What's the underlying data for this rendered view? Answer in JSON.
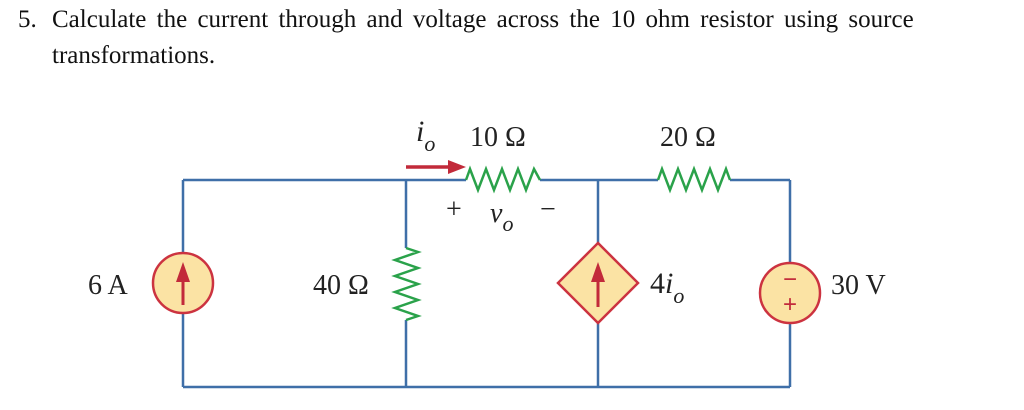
{
  "question": {
    "number": "5.",
    "line1": "Calculate the current through and voltage across the 10 ohm resistor using source",
    "line2": "transformations."
  },
  "circuit": {
    "current_source": {
      "label": "6 A"
    },
    "resistor_40": {
      "label": "40 Ω"
    },
    "resistor_10": {
      "label": "10 Ω"
    },
    "resistor_20": {
      "label": "20 Ω"
    },
    "current_label": {
      "main": "i",
      "sub": "o"
    },
    "voltage_label": {
      "plus": "+",
      "main": "v",
      "sub": "o",
      "minus": "−"
    },
    "dependent_source": {
      "coef": "4",
      "main": "i",
      "sub": "o"
    },
    "voltage_source": {
      "label": "30 V",
      "top_sign": "−",
      "bottom_sign": "+"
    },
    "colors": {
      "wire": "#3f6fa8",
      "resistor": "#2aa24a",
      "source_fill": "#fbe3a4",
      "source_stroke": "#cc3340",
      "arrow": "#c22a3a"
    }
  }
}
